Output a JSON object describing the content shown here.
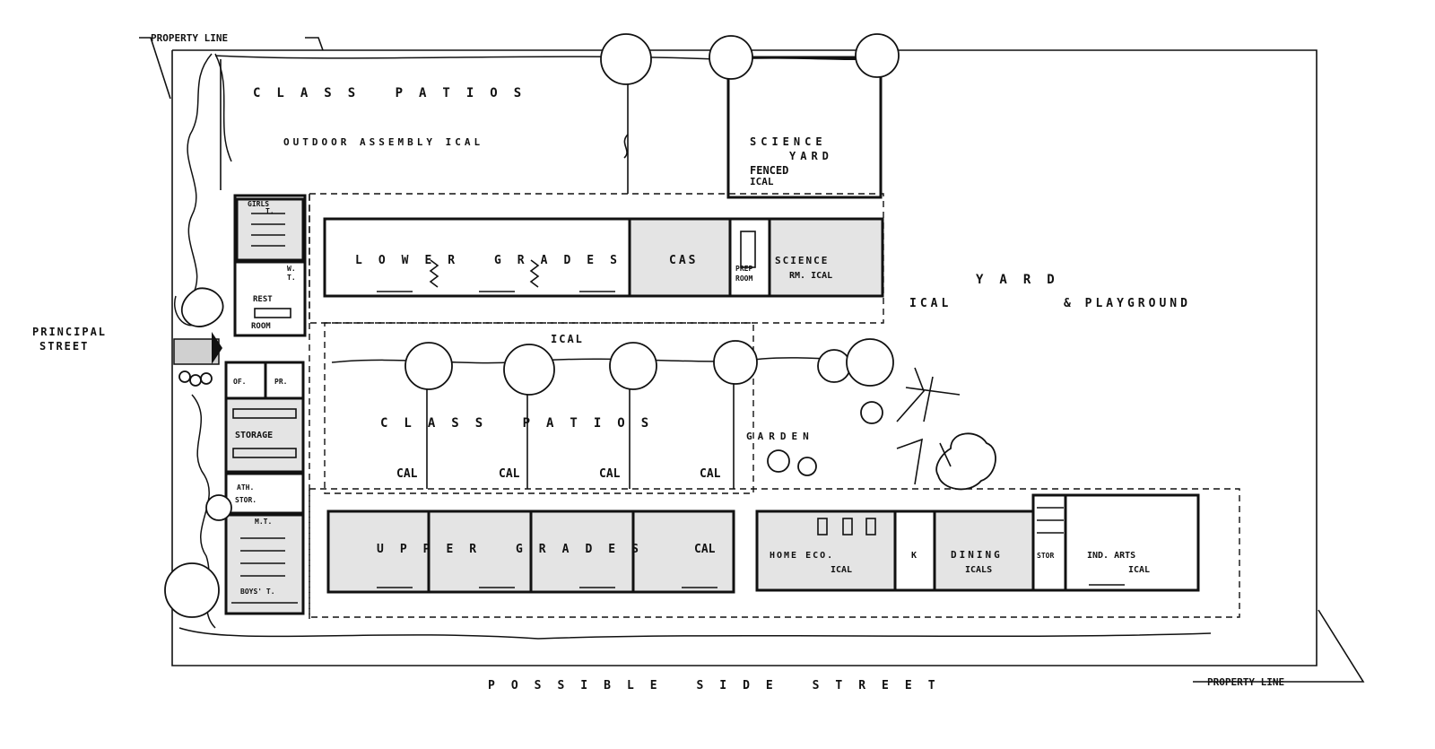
{
  "labels": {
    "property_line_top": "PROPERTY LINE",
    "property_line_bottom": "PROPERTY LINE",
    "principal_street_1": "PRINCIPAL",
    "principal_street_2": "STREET",
    "side_street": "POSSIBLE SIDE STREET",
    "class_patios_top": "CLASS PATIOS",
    "outdoor_assembly": "OUTDOOR ASSEMBLY ICAL",
    "science_yard_1": "SCIENCE",
    "science_yard_2": "YARD",
    "science_yard_3": "FENCED",
    "science_yard_4": "ICAL",
    "girls_t_1": "GIRLS",
    "girls_t_2": "T.",
    "wt_1": "W.",
    "wt_2": "T.",
    "rest_room_1": "REST",
    "rest_room_2": "ROOM",
    "lower_grades": "LOWER GRADES",
    "cas": "CAS",
    "prep_room_1": "PREP",
    "prep_room_2": "ROOM",
    "science_room_1": "SCIENCE",
    "science_room_2": "RM. ICAL",
    "yard": "YARD",
    "ical_yard": "ICAL",
    "playground": "& PLAYGROUND",
    "ical_middle": "ICAL",
    "of": "OF.",
    "pr": "PR.",
    "storage": "STORAGE",
    "class_patios_mid": "CLASS PATIOS",
    "garden": "GARDEN",
    "cal_1": "CAL",
    "cal_2": "CAL",
    "cal_3": "CAL",
    "cal_4": "CAL",
    "ath_stor_1": "ATH.",
    "ath_stor_2": "STOR.",
    "mt": "M.T.",
    "boys_t": "BOYS' T.",
    "upper_grades": "UPPER GRADES",
    "cal_upper": "CAL",
    "home_eco_1": "HOME ECO.",
    "home_eco_2": "ICAL",
    "k": "K",
    "dining_1": "DINING",
    "dining_2": "ICALS",
    "stor": "STOR",
    "ind_arts_1": "IND. ARTS",
    "ind_arts_2": "ICAL"
  }
}
